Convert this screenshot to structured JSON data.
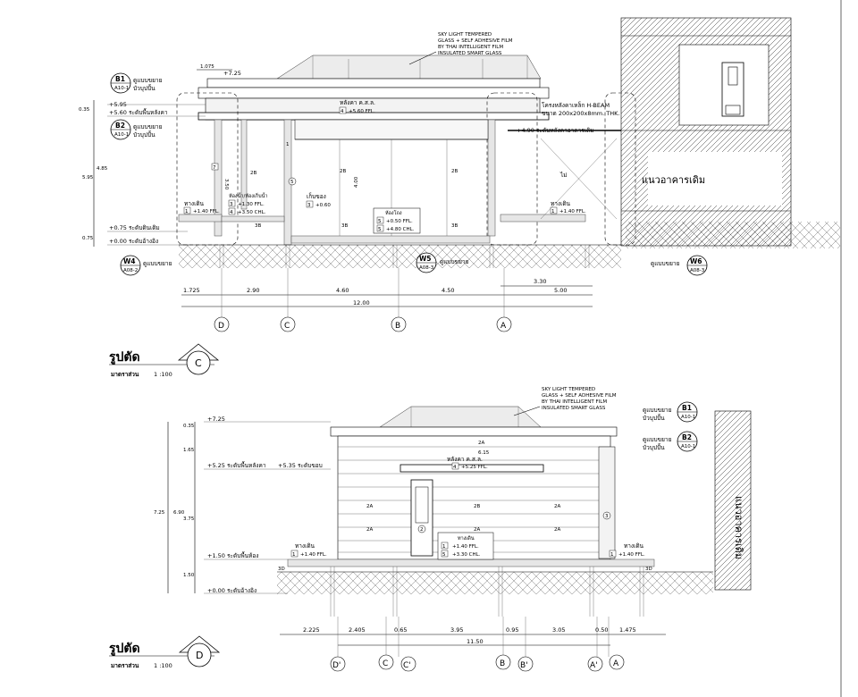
{
  "section_c": {
    "skylight_note": [
      "SKY LIGHT TEMPERED",
      "GLASS + SELF ADHESIVE FILM",
      "BY THAI INTELLIGENT FILM",
      "INSULATED SMART GLASS"
    ],
    "callout_b1": {
      "id": "B1",
      "sheet": "A10-1",
      "note_line1": "ดูแบบขยาย",
      "note_line2": "บัวบุปปั้น"
    },
    "callout_b2": {
      "id": "B2",
      "sheet": "A10-1",
      "note_line1": "ดูแบบขยาย",
      "note_line2": "บัวบุปปั้น"
    },
    "callout_w4": {
      "id": "W4",
      "sheet": "A08-2",
      "note": "ดูแบบขยาย"
    },
    "callout_w5": {
      "id": "W5",
      "sheet": "A08-3",
      "note": "ดูแบบขยาย"
    },
    "callout_w6": {
      "id": "W6",
      "sheet": "A08-3",
      "note": "ดูแบบขยาย"
    },
    "level_top": "+7.25",
    "level_595": "+5.95",
    "level_560": "+5.60 ระดับพื้นหลังคา",
    "level_075": "+0.75 ระดับดินเดิม",
    "level_000": "+0.00 ระดับอ้างอิง",
    "level_490": "+4.90 ระดับหลังคาอาคารเดิม",
    "dim_top": "1.075",
    "left_dims": [
      "0.35",
      "5.95",
      "4.85",
      "0.75"
    ],
    "roof_label": "หลังคา ค.ส.ล.",
    "roof_tag": {
      "no": "4",
      "level": "+5.60 FFL."
    },
    "hbeam_line1": "โครงหลังคาเหล็ก H-BEAM",
    "hbeam_line2": "ขนาด 200x200x8mm. THK.",
    "slope_label": "ไม่",
    "existing_building": "แนวอาคารเดิม",
    "walkway_left": "ทางเดิน",
    "walkway_left_tag": {
      "no": "1",
      "level": "+1.40 FFL."
    },
    "walkway_right": "ทางเดิน",
    "walkway_right_tag": {
      "no": "1",
      "level": "+1.40 FFL."
    },
    "toilet_label": "ห้องน้ำ/ห้องเก็บน้ำ",
    "toilet_tags": [
      {
        "no": "3",
        "level": "+1.30 FFL."
      },
      {
        "no": "4",
        "level": "+3.50 CHL."
      }
    ],
    "storage_label": "เก็บของ",
    "storage_tag": {
      "no": "3",
      "level": "+0.60"
    },
    "hall_label": "ห้องโถง",
    "hall_tags": [
      {
        "no": "5",
        "level": "+0.50 FFL."
      },
      {
        "no": "5",
        "level": "+4.80 CHL."
      }
    ],
    "inner_dims": [
      "3.50",
      "4.00"
    ],
    "material_tags": [
      "2B",
      "2B",
      "2B",
      "3B",
      "3B",
      "3B",
      "1",
      "5",
      "7"
    ],
    "bottom_dims": [
      "1.725",
      "2.90",
      "4.60",
      "4.50",
      "5.00"
    ],
    "dim_330": "3.30",
    "total_dim": "12.00",
    "grids": [
      "D",
      "C",
      "B",
      "A"
    ],
    "title": "รูปตัด",
    "scale": "มาตราส่วน",
    "scale_value": "1 :100",
    "section_mark": "C"
  },
  "section_d": {
    "skylight_note": [
      "SKY LIGHT TEMPERED",
      "GLASS + SELF ADHESIVE FILM",
      "BY THAI INTELLIGENT FILM",
      "INSULATED SMART GLASS"
    ],
    "callout_b1": {
      "id": "B1",
      "sheet": "A10-1",
      "note_line1": "ดูแบบขยาย",
      "note_line2": "บัวบุปปั้น"
    },
    "callout_b2": {
      "id": "B2",
      "sheet": "A10-1",
      "note_line1": "ดูแบบขยาย",
      "note_line2": "บัวบุปปั้น"
    },
    "level_top": "+7.25",
    "level_525": "+5.25 ระดับพื้นหลังคา",
    "level_535": "+5.35 ระดับขอบ",
    "level_150": "+1.50 ระดับพื้นห้อง",
    "level_000": "+0.00 ระดับอ้างอิง",
    "left_dims": [
      "0.35",
      "1.65",
      "7.25",
      "6.90",
      "3.75",
      "1.50"
    ],
    "dim_615": "6.15",
    "roof_label": "หลังคา ค.ส.ล.",
    "roof_tag": {
      "no": "4",
      "level": "+5.25 FFL."
    },
    "walkway_left": "ทางเดิน",
    "walkway_left_tag": {
      "no": "1",
      "level": "+1.40 FFL."
    },
    "walkway_right": "ทางเดิน",
    "walkway_right_tag": {
      "no": "1",
      "level": "+1.40 FFL."
    },
    "hall_label": "ทางเดิน",
    "hall_tags": [
      {
        "no": "1",
        "level": "+1.40 FFL."
      },
      {
        "no": "5",
        "level": "+3.30 CHL."
      }
    ],
    "material_tags": [
      "2A",
      "2A",
      "2B",
      "2A",
      "2A",
      "2A",
      "2A",
      "3D",
      "3D",
      "2",
      "3"
    ],
    "existing_building": "แนวอาคารเดิม",
    "bottom_dims": [
      "2.225",
      "2.405",
      "0.65",
      "3.95",
      "0.95",
      "3.05",
      "0.50",
      "1.475"
    ],
    "total_dim": "11.50",
    "grids": [
      "D'",
      "C",
      "C'",
      "B",
      "B'",
      "A'",
      "A"
    ],
    "title": "รูปตัด",
    "scale": "มาตราส่วน",
    "scale_value": "1 :100",
    "section_mark": "D"
  }
}
